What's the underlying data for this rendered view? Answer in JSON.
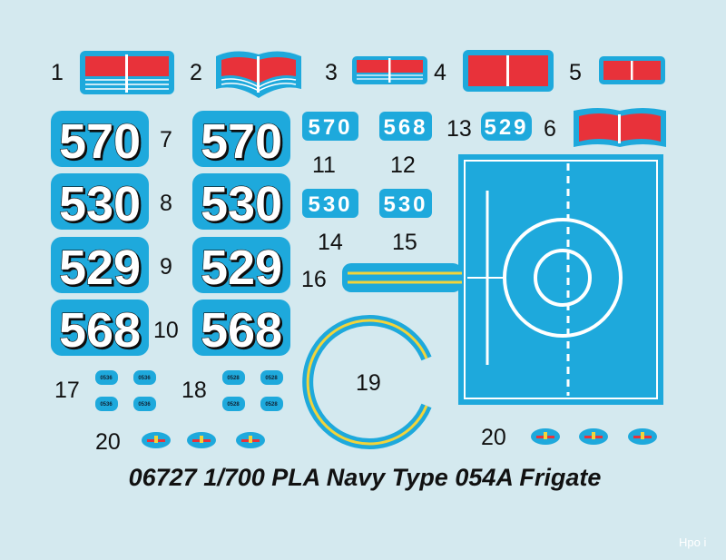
{
  "colors": {
    "background": "#d4e9ef",
    "decal_blue": "#1ea9dc",
    "decal_red": "#e8323a",
    "stripe_yellow": "#f2d43a"
  },
  "labels": {
    "l1": "1",
    "l2": "2",
    "l3": "3",
    "l4": "4",
    "l5": "5",
    "l6": "6",
    "l7": "7",
    "l8": "8",
    "l9": "9",
    "l10": "10",
    "l11": "11",
    "l12": "12",
    "l13": "13",
    "l14": "14",
    "l15": "15",
    "l16": "16",
    "l17": "17",
    "l18": "18",
    "l19": "19",
    "l20a": "20",
    "l20b": "20"
  },
  "hull_numbers": {
    "n570": "570",
    "n530": "530",
    "n529": "529",
    "n568": "568"
  },
  "small_numbers": {
    "s11": "570",
    "s12": "568",
    "s13": "529",
    "s14": "530",
    "s15": "530"
  },
  "tiny_numbers": {
    "t17": "0536",
    "t18": "0528"
  },
  "title": "06727 1/700 PLA Navy Type 054A Frigate",
  "watermark": "Hpo i"
}
